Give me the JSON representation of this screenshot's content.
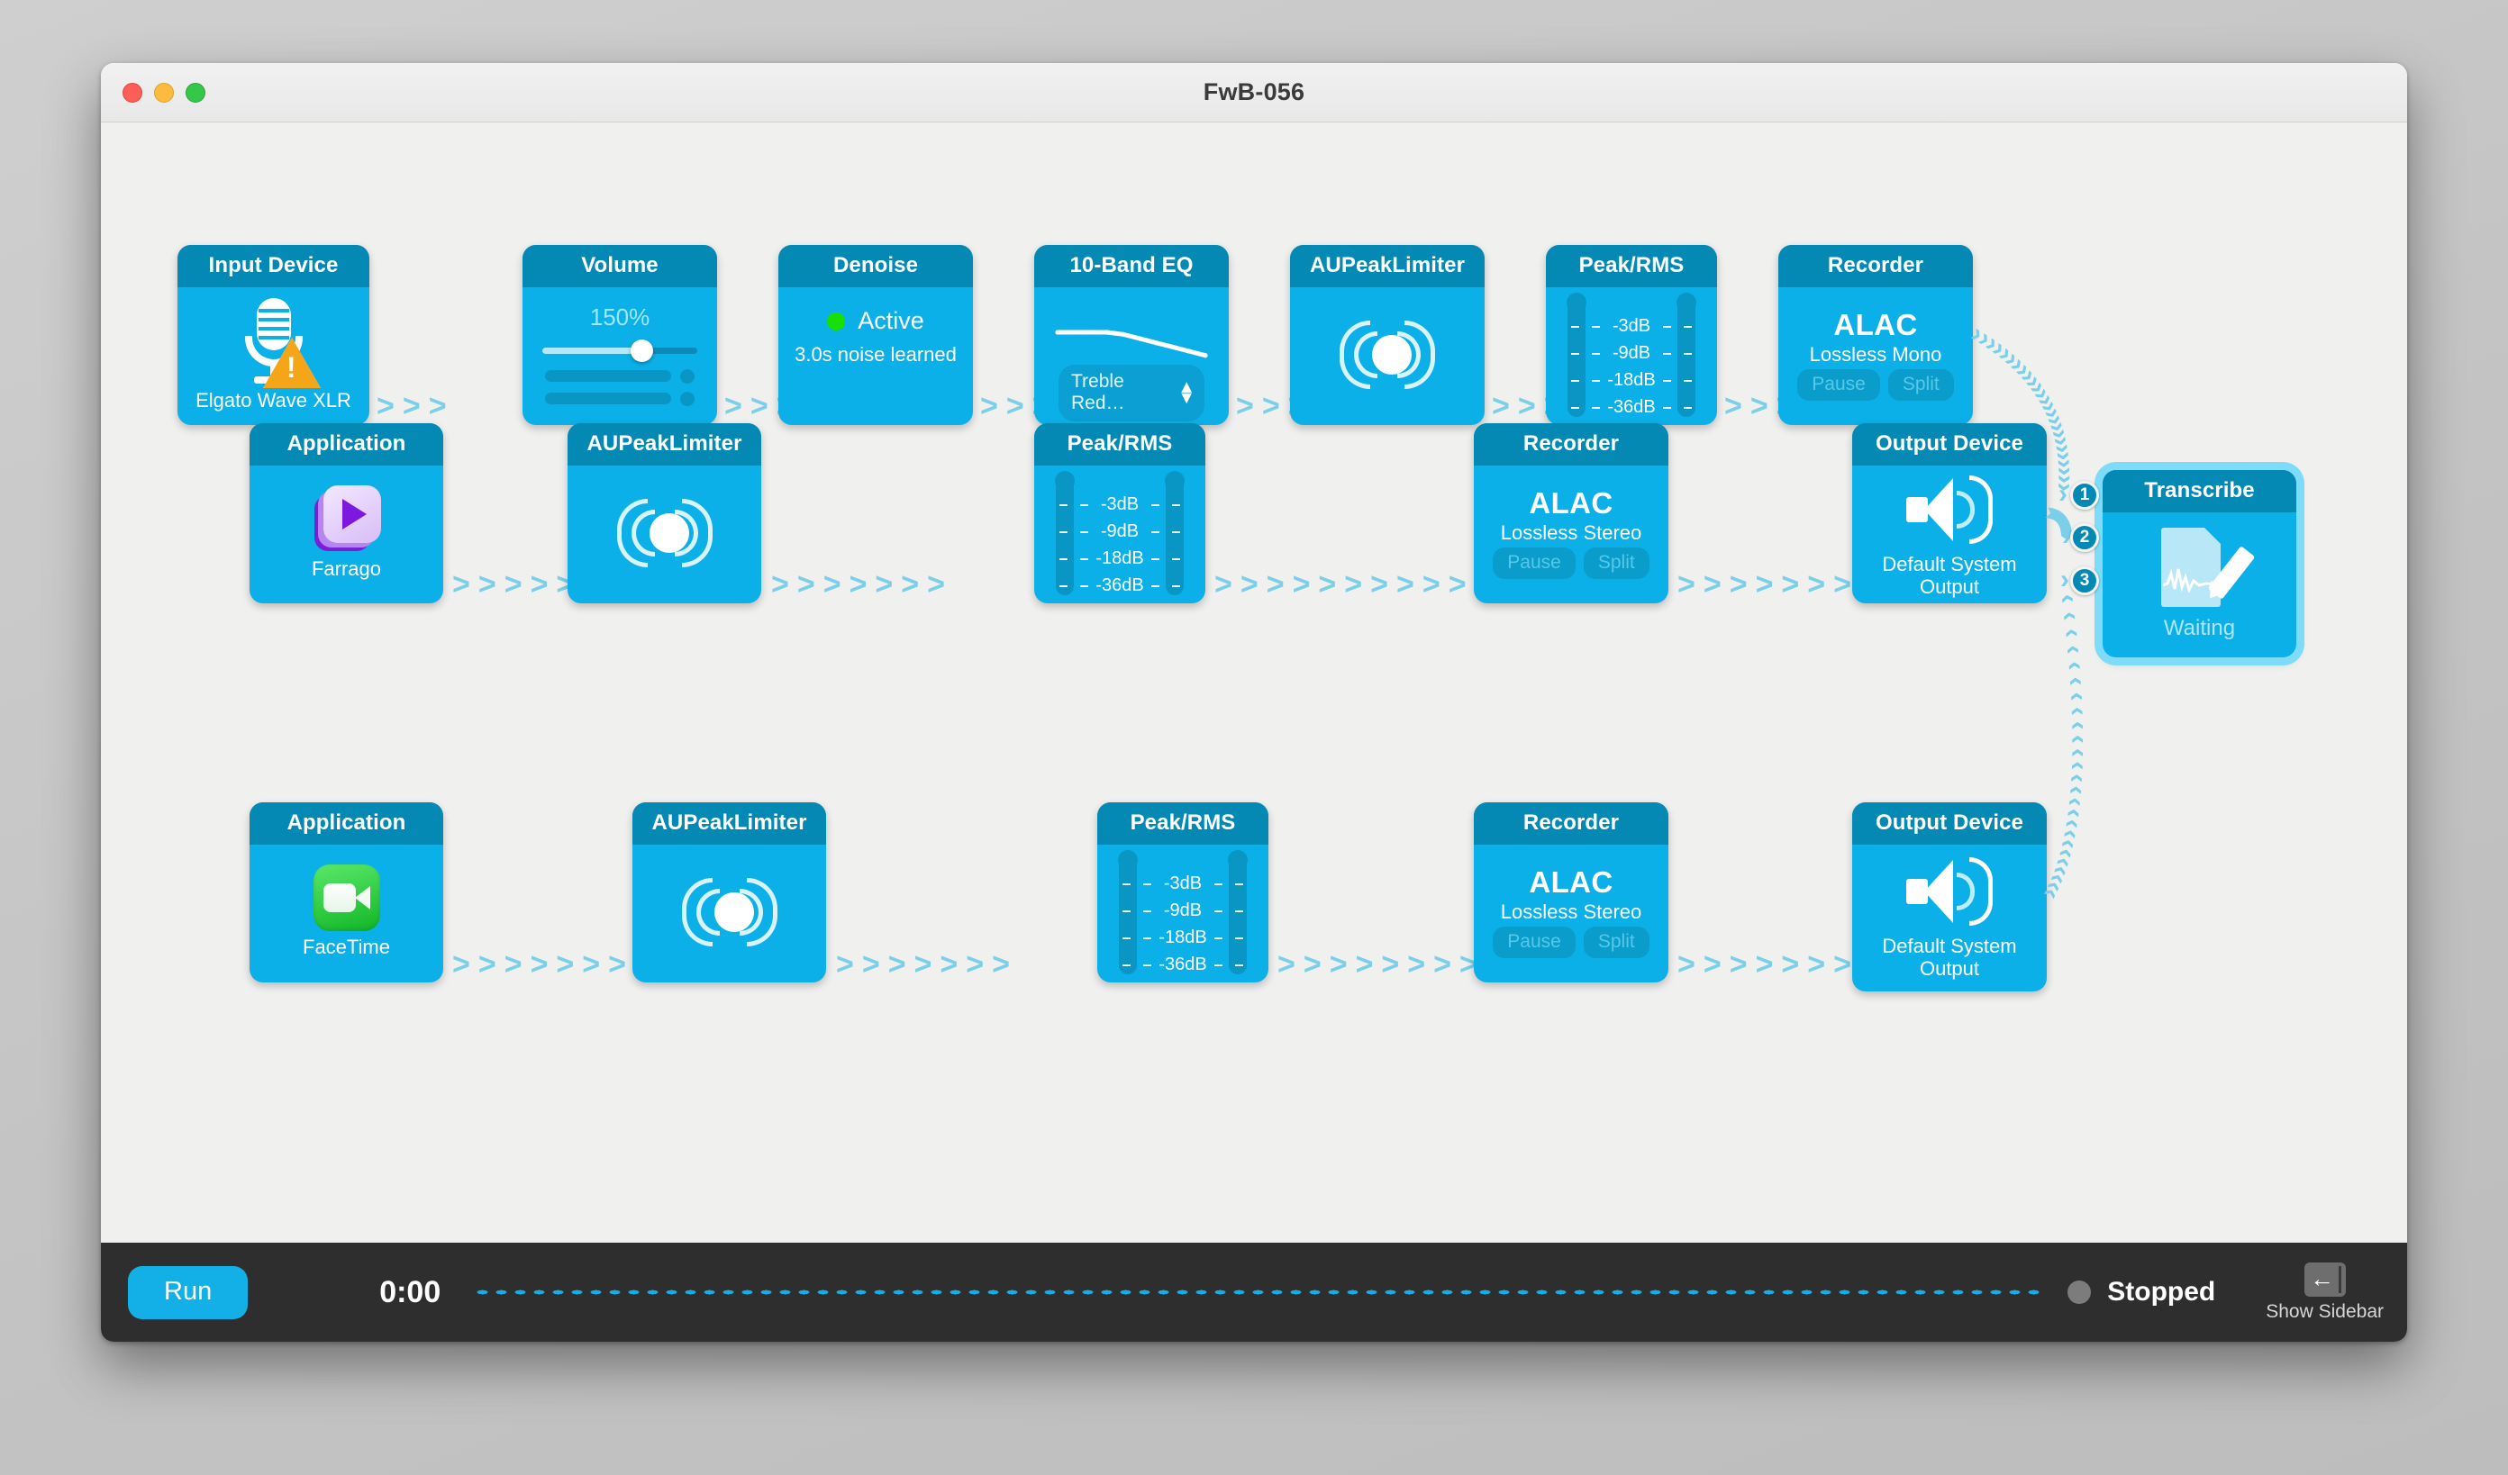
{
  "window": {
    "title": "FwB-056",
    "traffic_lights": [
      "close",
      "minimize",
      "zoom"
    ]
  },
  "colors": {
    "node_body": "#0bb0e8",
    "node_header": "#0489b4",
    "canvas": "#f0f0ef",
    "connector": "#7bcfe8",
    "accent": "#12b0e6",
    "selection_ring": "#7fdcf8",
    "warning": "#f5a518",
    "active_led": "#18e000",
    "status_led": "#7c7c7c",
    "toolbar": "#2e2e2e"
  },
  "chains": [
    {
      "id": "chain-1",
      "nodes": [
        {
          "type": "input-device",
          "header": "Input Device",
          "icon": "microphone-warning-icon",
          "sub": "Elgato Wave XLR"
        },
        {
          "type": "volume",
          "header": "Volume",
          "value_label": "150%",
          "slider_percent": 57
        },
        {
          "type": "denoise",
          "header": "Denoise",
          "status": "Active",
          "detail": "3.0s noise learned"
        },
        {
          "type": "eq",
          "header": "10-Band EQ",
          "preset": "Treble Red…",
          "curve": [
            0,
            0,
            0,
            0,
            -1,
            -3,
            -5,
            -7,
            -9,
            -11
          ]
        },
        {
          "type": "limiter",
          "header": "AUPeakLimiter",
          "icon": "limiter-icon"
        },
        {
          "type": "meter",
          "header": "Peak/RMS",
          "ticks": [
            "-3dB",
            "-9dB",
            "-18dB",
            "-36dB"
          ]
        },
        {
          "type": "recorder",
          "header": "Recorder",
          "format": "ALAC",
          "quality": "Lossless Mono",
          "buttons": [
            "Pause",
            "Split"
          ]
        }
      ]
    },
    {
      "id": "chain-2",
      "nodes": [
        {
          "type": "application",
          "header": "Application",
          "icon": "farrago-app-icon",
          "sub": "Farrago"
        },
        {
          "type": "limiter",
          "header": "AUPeakLimiter",
          "icon": "limiter-icon"
        },
        {
          "type": "meter",
          "header": "Peak/RMS",
          "ticks": [
            "-3dB",
            "-9dB",
            "-18dB",
            "-36dB"
          ]
        },
        {
          "type": "recorder",
          "header": "Recorder",
          "format": "ALAC",
          "quality": "Lossless Stereo",
          "buttons": [
            "Pause",
            "Split"
          ]
        },
        {
          "type": "output-device",
          "header": "Output Device",
          "icon": "speaker-icon",
          "sub": "Default System Output"
        }
      ]
    },
    {
      "id": "chain-3",
      "nodes": [
        {
          "type": "application",
          "header": "Application",
          "icon": "facetime-app-icon",
          "sub": "FaceTime"
        },
        {
          "type": "limiter",
          "header": "AUPeakLimiter",
          "icon": "limiter-icon"
        },
        {
          "type": "meter",
          "header": "Peak/RMS",
          "ticks": [
            "-3dB",
            "-9dB",
            "-18dB",
            "-36dB"
          ]
        },
        {
          "type": "recorder",
          "header": "Recorder",
          "format": "ALAC",
          "quality": "Lossless Stereo",
          "buttons": [
            "Pause",
            "Split"
          ]
        },
        {
          "type": "output-device",
          "header": "Output Device",
          "icon": "speaker-icon",
          "sub": "Default System Output"
        }
      ]
    }
  ],
  "transcribe": {
    "header": "Transcribe",
    "icon": "transcribe-document-pencil-icon",
    "status": "Waiting",
    "selected": true,
    "input_badges": [
      "1",
      "2",
      "3"
    ]
  },
  "toolbar": {
    "run_label": "Run",
    "timecode": "0:00",
    "status_label": "Stopped",
    "sidebar_label": "Show Sidebar",
    "sidebar_icon": "show-sidebar-icon"
  }
}
